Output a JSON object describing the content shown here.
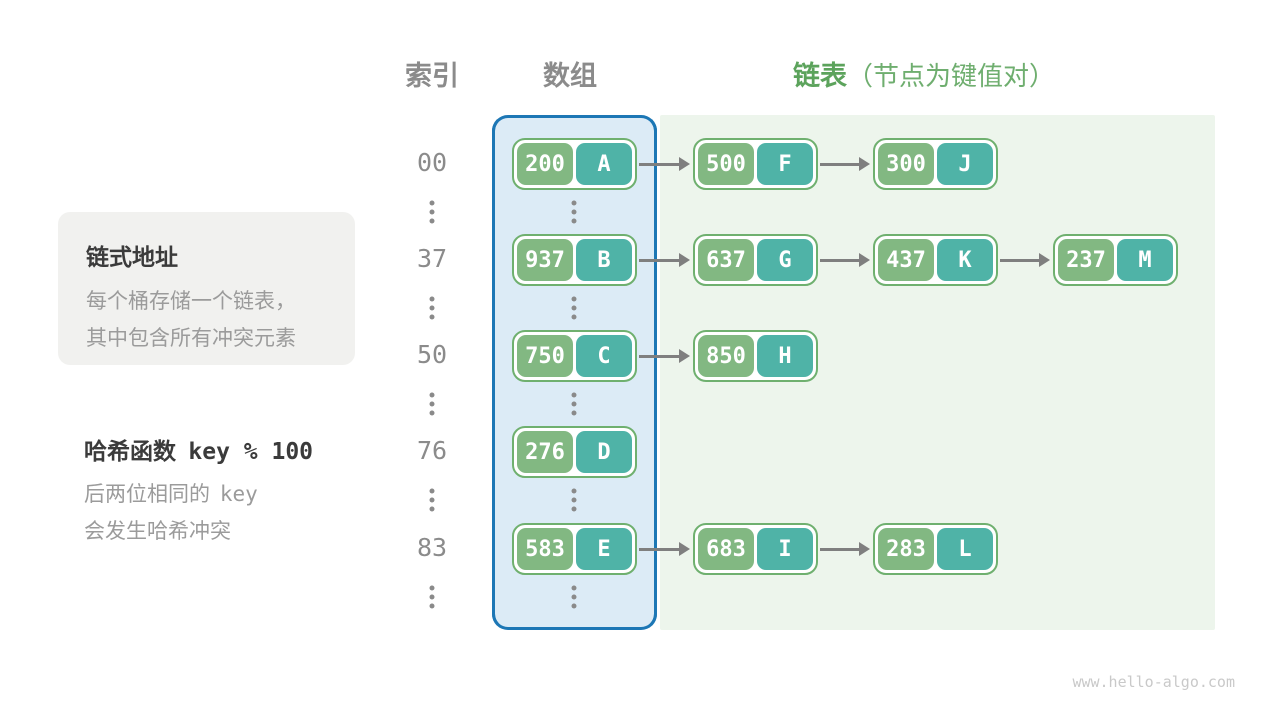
{
  "headers": {
    "index": "索引",
    "array": "数组",
    "list": "链表",
    "list_note": "（节点为键值对）"
  },
  "callouts": {
    "chaining": {
      "title": "链式地址",
      "line1": "每个桶存储一个链表，",
      "line2": "其中包含所有冲突元素"
    },
    "hash": {
      "title_text": "哈希函数",
      "title_code": "key % 100",
      "line1_text": "后两位相同的",
      "line1_code": "key",
      "line2": "会发生哈希冲突"
    }
  },
  "buckets": [
    {
      "index": "00",
      "chain": [
        {
          "key": "200",
          "value": "A"
        },
        {
          "key": "500",
          "value": "F"
        },
        {
          "key": "300",
          "value": "J"
        }
      ]
    },
    {
      "index": "37",
      "chain": [
        {
          "key": "937",
          "value": "B"
        },
        {
          "key": "637",
          "value": "G"
        },
        {
          "key": "437",
          "value": "K"
        },
        {
          "key": "237",
          "value": "M"
        }
      ]
    },
    {
      "index": "50",
      "chain": [
        {
          "key": "750",
          "value": "C"
        },
        {
          "key": "850",
          "value": "H"
        }
      ]
    },
    {
      "index": "76",
      "chain": [
        {
          "key": "276",
          "value": "D"
        }
      ]
    },
    {
      "index": "83",
      "chain": [
        {
          "key": "583",
          "value": "E"
        },
        {
          "key": "683",
          "value": "I"
        },
        {
          "key": "283",
          "value": "L"
        }
      ]
    }
  ],
  "watermark": "www.hello-algo.com",
  "colors": {
    "key_cell": "#82b882",
    "value_cell": "#4fb3a7",
    "node_border": "#6fb06f",
    "array_bg": "#dcebf6",
    "array_border": "#1d77b5",
    "list_bg": "#edf5ec",
    "header_green": "#5ca35c",
    "gray_text": "#8b8b8b",
    "arrow": "#7f7f7f"
  }
}
